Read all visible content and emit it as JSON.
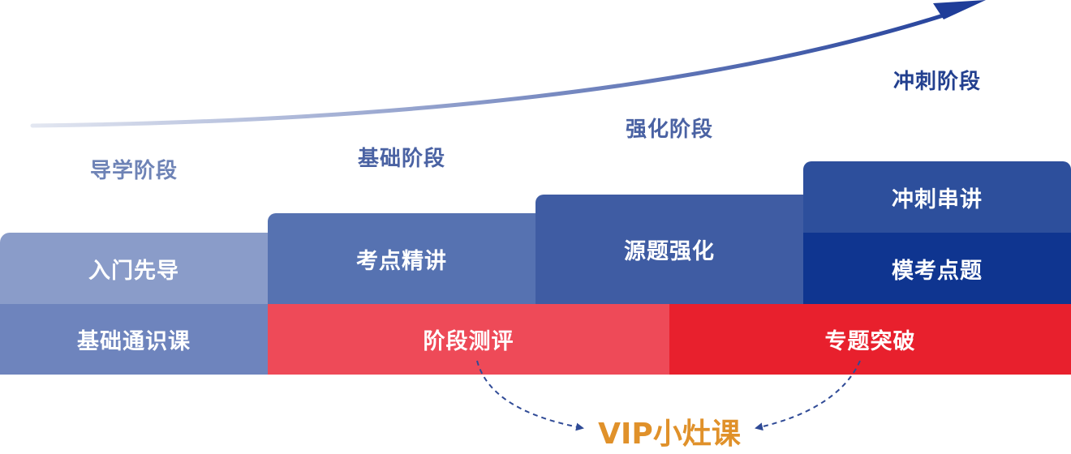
{
  "stages": [
    {
      "label": "导学阶段"
    },
    {
      "label": "基础阶段"
    },
    {
      "label": "强化阶段"
    },
    {
      "label": "冲刺阶段"
    }
  ],
  "courses": {
    "intro": "入门先导",
    "keypoints": "考点精讲",
    "source": "源题强化",
    "sprint_review": "冲刺串讲",
    "mock": "模考点题",
    "general": "基础通识课",
    "stage_test": "阶段测评",
    "special": "专题突破"
  },
  "vip_label": "VIP小灶课",
  "colors": {
    "stage_label_light": "#6e83b6",
    "stage_label_mid": "#4a62a3",
    "stage_label_dark": "#23408f",
    "intro": "#8a9cc9",
    "keypoints": "#5672b1",
    "source": "#3f5ca3",
    "sprint_review": "#2d4f9c",
    "mock": "#0f3590",
    "general": "#6e84bd",
    "stage_test": "#ee4a58",
    "special": "#e8202d",
    "vip": "#e0912a",
    "arrow_start": "#e3e7f1",
    "arrow_end": "#1f3d99",
    "dashed": "#2f4a96"
  }
}
